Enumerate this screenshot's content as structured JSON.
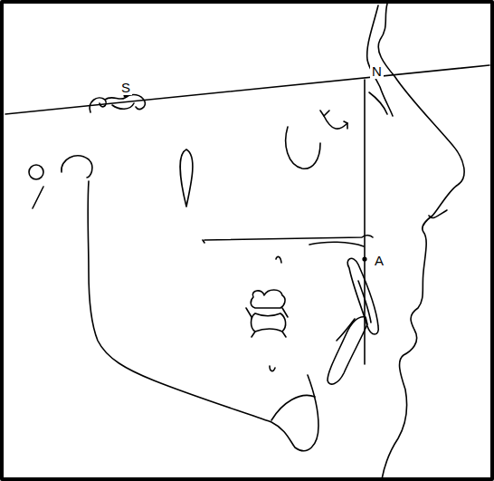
{
  "diagram": {
    "labels": [
      "S",
      "N",
      "A"
    ]
  }
}
